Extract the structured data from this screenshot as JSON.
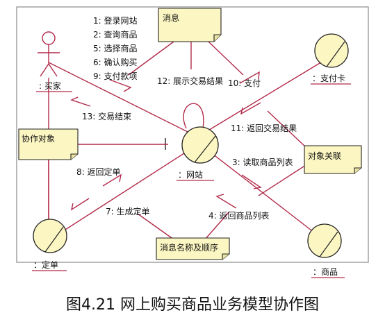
{
  "nodes": {
    "buyer": ": 买家",
    "website": "：网站",
    "payment_card": "：支付卡",
    "order": "：定单",
    "product": "：商品"
  },
  "notes": {
    "message": "消息",
    "collaborating_objects": "协作对象",
    "object_association": "对象关联",
    "message_name_and_order": "消息名称及顺序"
  },
  "messages": {
    "m1": "1:  登录网站",
    "m2": "2:  查询商品",
    "m5": "5:  选择商品",
    "m6": "6:  确认购买",
    "m9": "9:  支付款项",
    "m12": "12:  展示交易结果",
    "m10": "10:  支付",
    "m13": "13:  交易结束",
    "m11": "11:  返回交易结果",
    "m8": "8:  返回定单",
    "m3": "3:  读取商品列表",
    "m7": "7:  生成定单",
    "m4": "4:  返回商品列表"
  },
  "caption": "图4.21  网上购买商品业务模型协作图",
  "colors": {
    "link": "#b22a4a",
    "object_fill": "#fbf6c2",
    "note_fill": "#fbf6c2"
  }
}
